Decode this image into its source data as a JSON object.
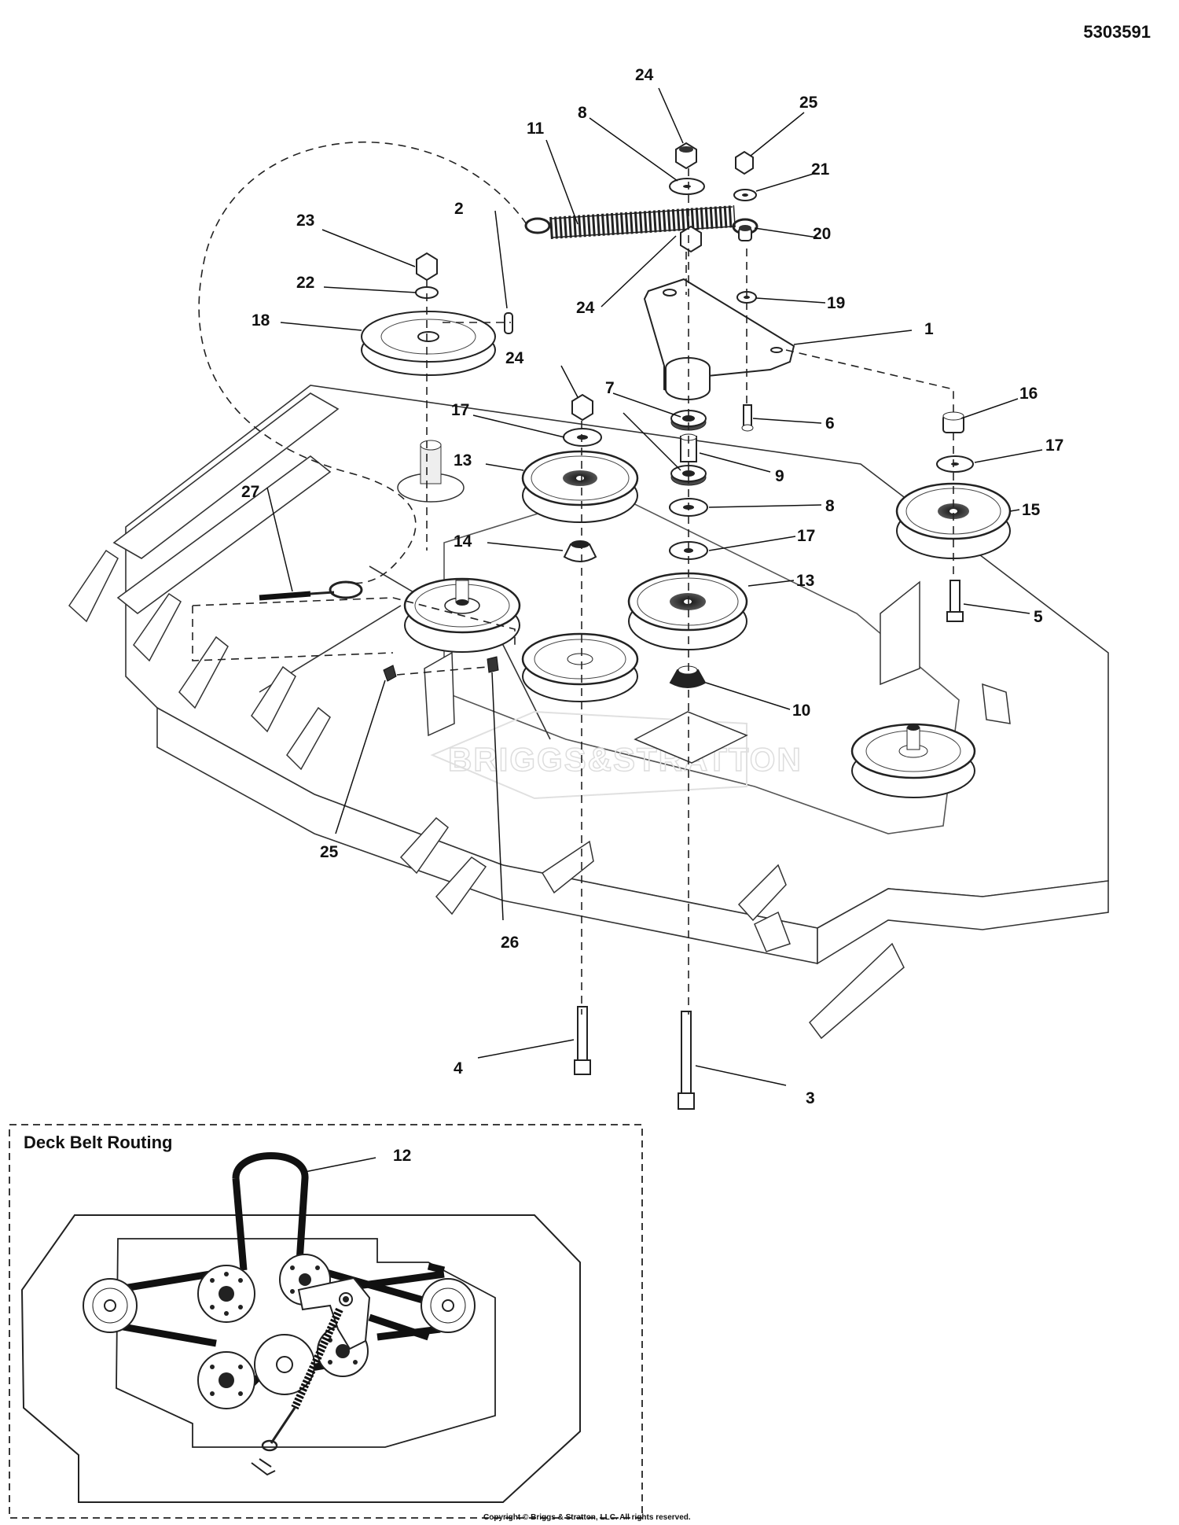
{
  "header": {
    "part_number": "5303591"
  },
  "inset": {
    "title": "Deck Belt Routing",
    "belt_callout": "12"
  },
  "callouts": {
    "c1": "1",
    "c2": "2",
    "c3": "3",
    "c4": "4",
    "c5": "5",
    "c6": "6",
    "c7": "7",
    "c8a": "8",
    "c8b": "8",
    "c9": "9",
    "c10": "10",
    "c11": "11",
    "c13a": "13",
    "c13b": "13",
    "c14": "14",
    "c15": "15",
    "c16": "16",
    "c17a": "17",
    "c17b": "17",
    "c17c": "17",
    "c18": "18",
    "c19": "19",
    "c20": "20",
    "c21": "21",
    "c22": "22",
    "c23": "23",
    "c24a": "24",
    "c24b": "24",
    "c24c": "24",
    "c25a": "25",
    "c25b": "25",
    "c26": "26",
    "c27": "27"
  },
  "watermark": "BRIGGS&STRATTON",
  "footer": {
    "copyright": "Copyright © Briggs & Stratton, LLC. All rights reserved."
  }
}
